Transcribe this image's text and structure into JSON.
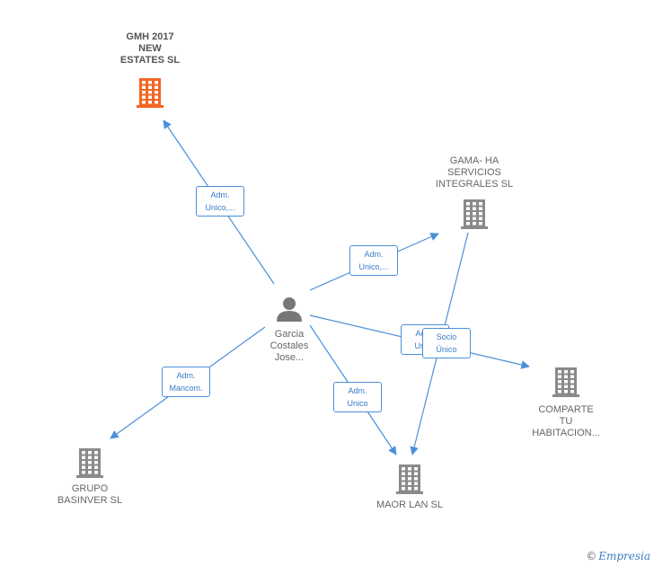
{
  "colors": {
    "edge": "#4a90d9",
    "company": "#8a8a8a",
    "company_highlight": "#f26522",
    "person": "#777777"
  },
  "nodes": [
    {
      "id": "garcia",
      "type": "person",
      "icon": "person-icon",
      "lines": [
        "Garcia",
        "Costales",
        "Jose..."
      ]
    },
    {
      "id": "gmh",
      "type": "company",
      "highlight": true,
      "icon": "building-icon",
      "lines": [
        "GMH 2017",
        "NEW",
        "ESTATES SL"
      ]
    },
    {
      "id": "gama",
      "type": "company",
      "icon": "building-icon",
      "lines": [
        "GAMA- HA",
        "SERVICIOS",
        "INTEGRALES SL"
      ]
    },
    {
      "id": "comparte",
      "type": "company",
      "icon": "building-icon",
      "lines": [
        "COMPARTE",
        "TU",
        "HABITACION..."
      ]
    },
    {
      "id": "maor",
      "type": "company",
      "icon": "building-icon",
      "lines": [
        "MAOR LAN SL"
      ]
    },
    {
      "id": "grupo",
      "type": "company",
      "icon": "building-icon",
      "lines": [
        "GRUPO",
        "BASINVER SL"
      ]
    }
  ],
  "edges": [
    {
      "from": "garcia",
      "to": "gmh",
      "label": [
        "Adm.",
        "Unico,..."
      ]
    },
    {
      "from": "garcia",
      "to": "gama",
      "label": [
        "Adm.",
        "Unico,..."
      ]
    },
    {
      "from": "garcia",
      "to": "comparte",
      "label": [
        "Adm.",
        "Unico"
      ]
    },
    {
      "from": "gama",
      "to": "maor",
      "label": [
        "Socio",
        "Único"
      ]
    },
    {
      "from": "garcia",
      "to": "maor",
      "label": [
        "Adm.",
        "Unico"
      ]
    },
    {
      "from": "garcia",
      "to": "grupo",
      "label": [
        "Adm.",
        "Mancom."
      ]
    }
  ],
  "footer": {
    "copyright_symbol": "©",
    "brand": "Empresia"
  }
}
